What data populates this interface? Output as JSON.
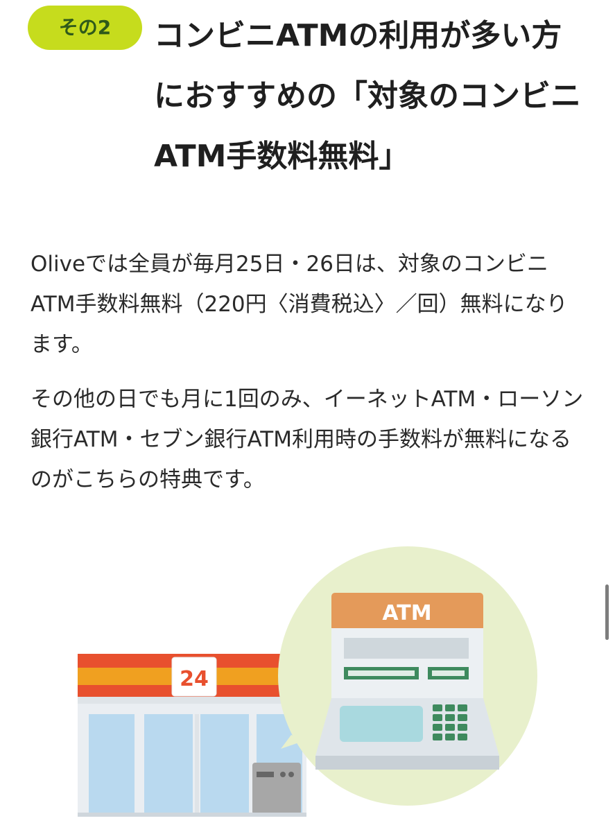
{
  "section": {
    "badge": "その2",
    "title": "コンビニATMの利用が多い方におすすめの「対象のコンビニATM手数料無料」"
  },
  "paragraphs": {
    "p1": "Oliveでは全員が毎月25日・26日は、対象のコンビニATM手数料無料（220円〈消費税込〉／回）無料になります。",
    "p2": "その他の日でも月に1回のみ、イーネットATM・ローソン銀行ATM・セブン銀行ATM利用時の手数料が無料になるのがこちらの特典です。"
  },
  "illustration": {
    "store_sign": "24",
    "atm_label": "ATM",
    "icons": [
      "convenience-store-icon",
      "atm-machine-icon"
    ],
    "colors": {
      "badge": "#c6dc1d",
      "store_stripe_red": "#e8502e",
      "store_stripe_orange": "#f0a020",
      "atm_header": "#e49a5a",
      "bubble": "#e8f0cc",
      "atm_green": "#3e8a5e"
    }
  }
}
